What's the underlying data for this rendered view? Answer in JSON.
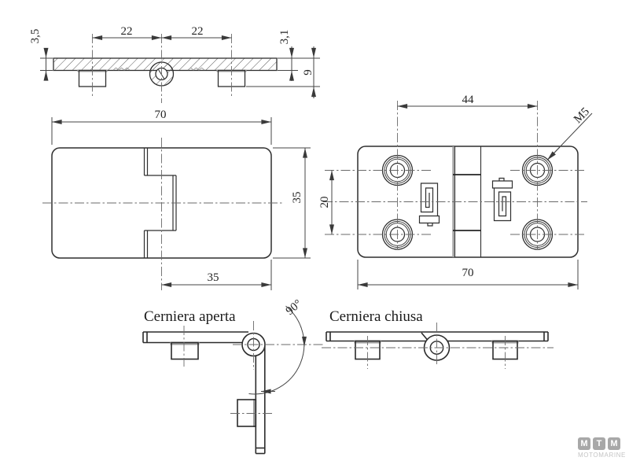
{
  "dimensions": {
    "sec_thickness_left": "3,5",
    "sec_pitch_left": "22",
    "sec_pitch_right": "22",
    "sec_thickness_right": "3,1",
    "sec_height": "9",
    "top_width": "70",
    "top_height": "35",
    "top_half_width": "35",
    "back_hole_pitch_h": "44",
    "back_hole_pitch_v": "20",
    "back_width": "70",
    "back_thread": "M5",
    "open_angle": "90°"
  },
  "captions": {
    "open_view": "Cerniera aperta",
    "closed_view": "Cerniera chiusa"
  },
  "logo": {
    "letters": [
      "M",
      "T",
      "M"
    ],
    "name": "MOTOMARINE"
  },
  "colors": {
    "line": "#2f2f2f",
    "dim": "#454545",
    "logo_box": "#a8a8a8",
    "logo_text": "#c4c4c4"
  }
}
